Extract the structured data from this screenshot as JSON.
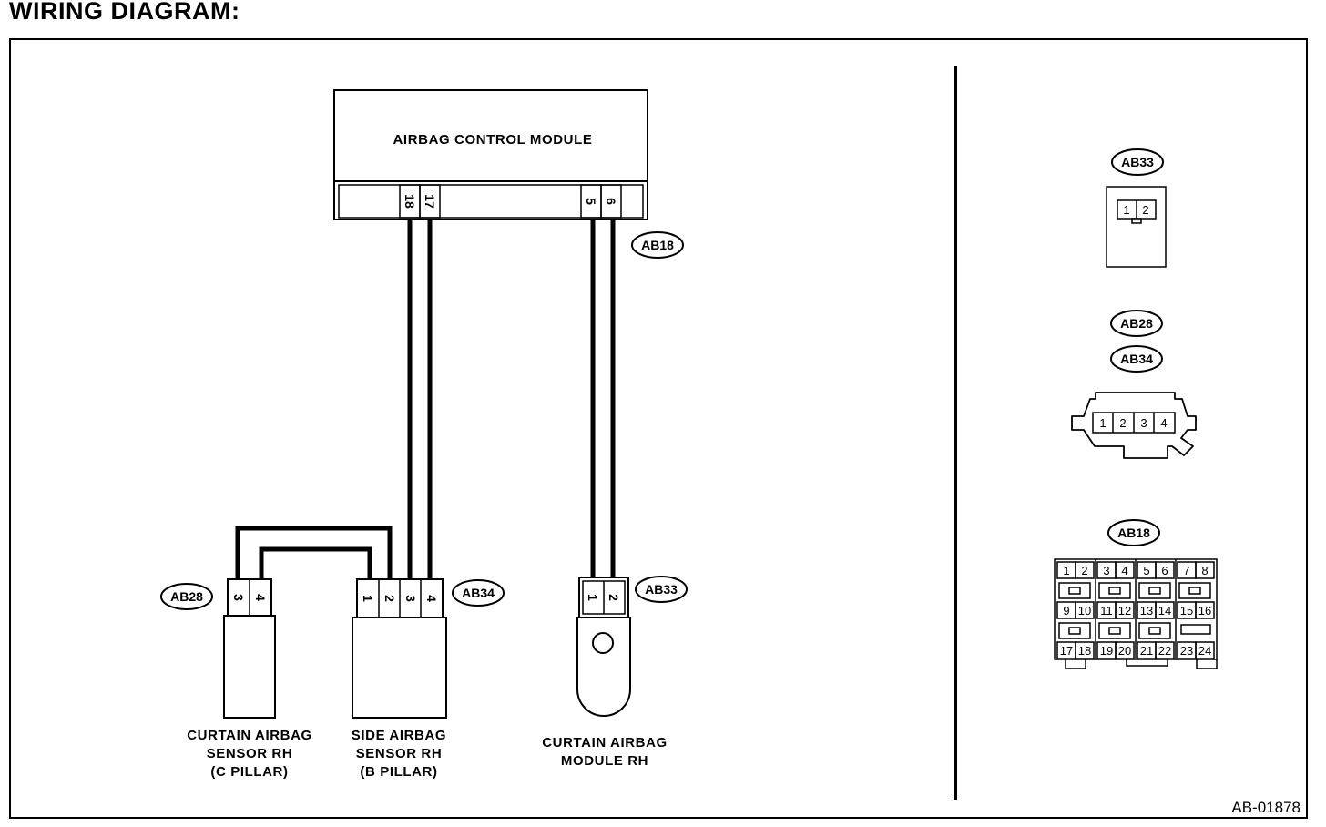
{
  "title": "WIRING DIAGRAM:",
  "reference_code": "AB-01878",
  "components": {
    "control_module": "AIRBAG CONTROL MODULE",
    "curtain_sensor": [
      "CURTAIN AIRBAG",
      "SENSOR RH",
      "(C PILLAR)"
    ],
    "side_sensor": [
      "SIDE AIRBAG",
      "SENSOR RH",
      "(B PILLAR)"
    ],
    "curtain_module": [
      "CURTAIN AIRBAG",
      "MODULE RH"
    ]
  },
  "connectors": {
    "ab18": "AB18",
    "ab28": "AB28",
    "ab33": "AB33",
    "ab34": "AB34"
  },
  "pins": {
    "module": [
      "18",
      "17",
      "5",
      "6"
    ],
    "ab28": [
      "3",
      "4"
    ],
    "ab34": [
      "1",
      "2",
      "3",
      "4"
    ],
    "ab33": [
      "1",
      "2"
    ]
  },
  "legend": {
    "ab33_tag": "AB33",
    "ab33_pins": [
      "1",
      "2"
    ],
    "ab28_tag": "AB28",
    "ab34_tag": "AB34",
    "ab28_34_pins": [
      "1",
      "2",
      "3",
      "4"
    ],
    "ab18_tag": "AB18",
    "ab18_pins": [
      "1",
      "2",
      "3",
      "4",
      "5",
      "6",
      "7",
      "8",
      "9",
      "10",
      "11",
      "12",
      "13",
      "14",
      "15",
      "16",
      "17",
      "18",
      "19",
      "20",
      "21",
      "22",
      "23",
      "24"
    ]
  }
}
